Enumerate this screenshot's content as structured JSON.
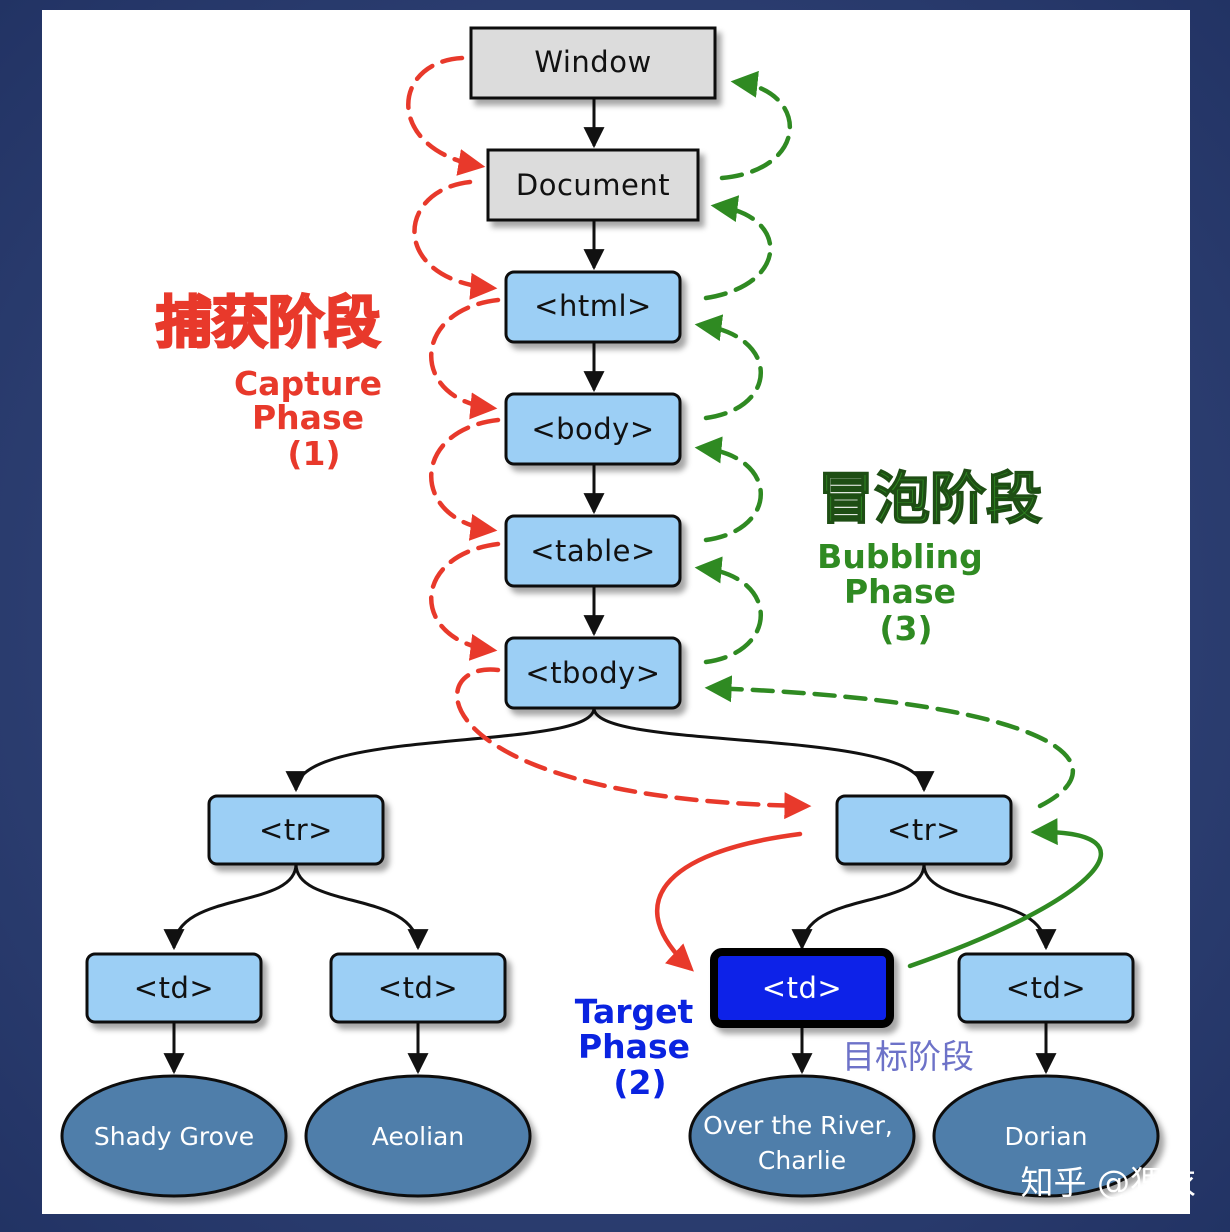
{
  "nodes": {
    "window": "Window",
    "document": "Document",
    "html": "<html>",
    "body": "<body>",
    "table": "<table>",
    "tbody": "<tbody>",
    "tr_left": "<tr>",
    "tr_right": "<tr>",
    "td_1": "<td>",
    "td_2": "<td>",
    "td_target": "<td>",
    "td_4": "<td>"
  },
  "leaves": {
    "leaf_1": "Shady Grove",
    "leaf_2": "Aeolian",
    "leaf_3_line1": "Over the River,",
    "leaf_3_line2": "Charlie",
    "leaf_4": "Dorian"
  },
  "capture": {
    "cn": "捕获阶段",
    "en_line1": "Capture",
    "en_line2": "Phase",
    "en_line3": "(1)"
  },
  "bubbling": {
    "cn": "冒泡阶段",
    "en_line1": "Bubbling",
    "en_line2": "Phase",
    "en_line3": "(3)"
  },
  "target": {
    "cn": "目标阶段",
    "en_line1": "Target",
    "en_line2": "Phase",
    "en_line3": "(2)"
  },
  "watermark": "知乎 @狸衣",
  "colors": {
    "capture": "#e8392b",
    "bubbling": "#2f8a22",
    "target": "#0a23e0",
    "node_fill": "#9ccff5",
    "doc_fill": "#dcdcdc",
    "leaf_fill": "#4f7eaa"
  }
}
